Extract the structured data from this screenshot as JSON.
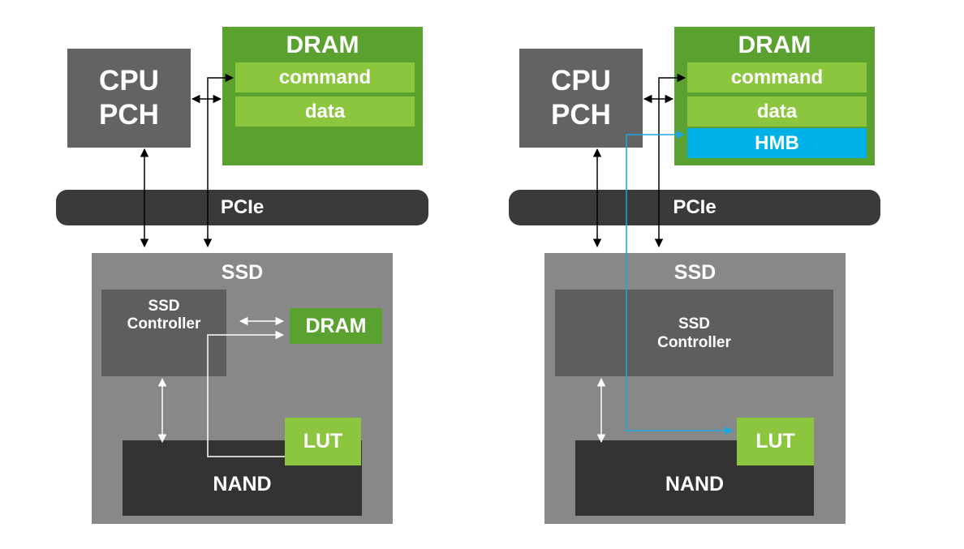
{
  "colors": {
    "cpu_gray": "#636363",
    "dram_green": "#5aa12f",
    "bar_green": "#8cc63f",
    "pcie_dark": "#3a3a3a",
    "ssd_gray": "#888888",
    "controller_gray": "#5e5e5e",
    "nand_dark": "#333333",
    "hmb_blue": "#00b2e8"
  },
  "left": {
    "cpu": {
      "line1": "CPU",
      "line2": "PCH"
    },
    "host_dram": {
      "title": "DRAM",
      "rows": [
        "command",
        "data"
      ]
    },
    "pcie": "PCIe",
    "ssd": {
      "title": "SSD",
      "controller": {
        "line1": "SSD",
        "line2": "Controller"
      },
      "dram": "DRAM",
      "lut": "LUT",
      "nand": "NAND"
    }
  },
  "right": {
    "cpu": {
      "line1": "CPU",
      "line2": "PCH"
    },
    "host_dram": {
      "title": "DRAM",
      "rows": [
        "command",
        "data"
      ],
      "hmb": "HMB"
    },
    "pcie": "PCIe",
    "ssd": {
      "title": "SSD",
      "controller": {
        "line1": "SSD",
        "line2": "Controller"
      },
      "lut": "LUT",
      "nand": "NAND"
    }
  }
}
